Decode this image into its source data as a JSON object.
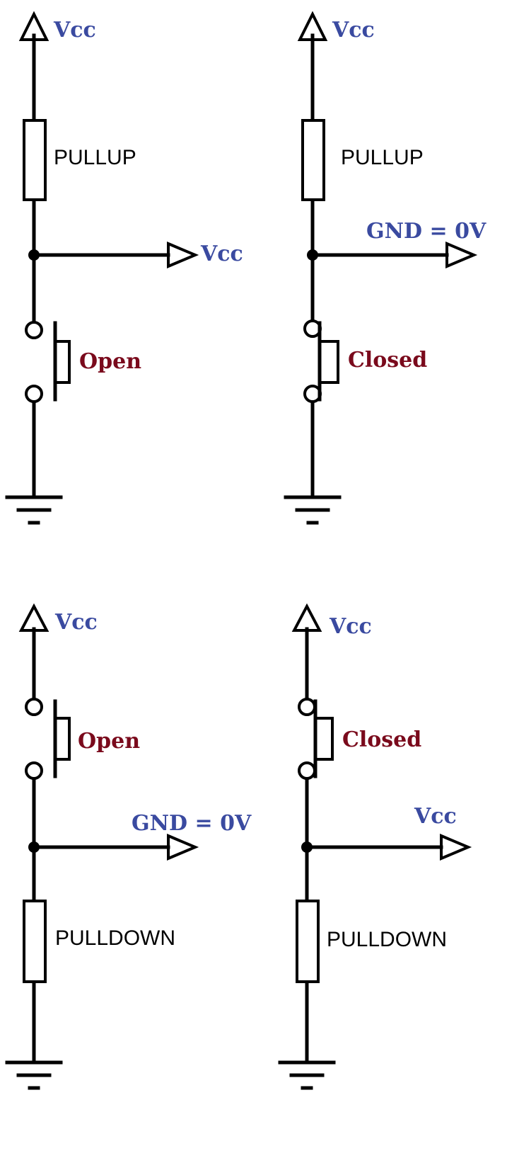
{
  "colors": {
    "supply_label": "#3a4aa0",
    "switch_label": "#7a0a1c",
    "line": "#000000"
  },
  "circuits": [
    {
      "id": "pullup-open",
      "supply": "Vcc",
      "resistor": "PULLUP",
      "switch": "Open",
      "output": "Vcc"
    },
    {
      "id": "pullup-closed",
      "supply": "Vcc",
      "resistor": "PULLUP",
      "switch": "Closed",
      "output": "GND = 0V"
    },
    {
      "id": "pulldown-open",
      "supply": "Vcc",
      "resistor": "PULLDOWN",
      "switch": "Open",
      "output": "GND = 0V"
    },
    {
      "id": "pulldown-closed",
      "supply": "Vcc",
      "resistor": "PULLDOWN",
      "switch": "Closed",
      "output": "Vcc"
    }
  ]
}
